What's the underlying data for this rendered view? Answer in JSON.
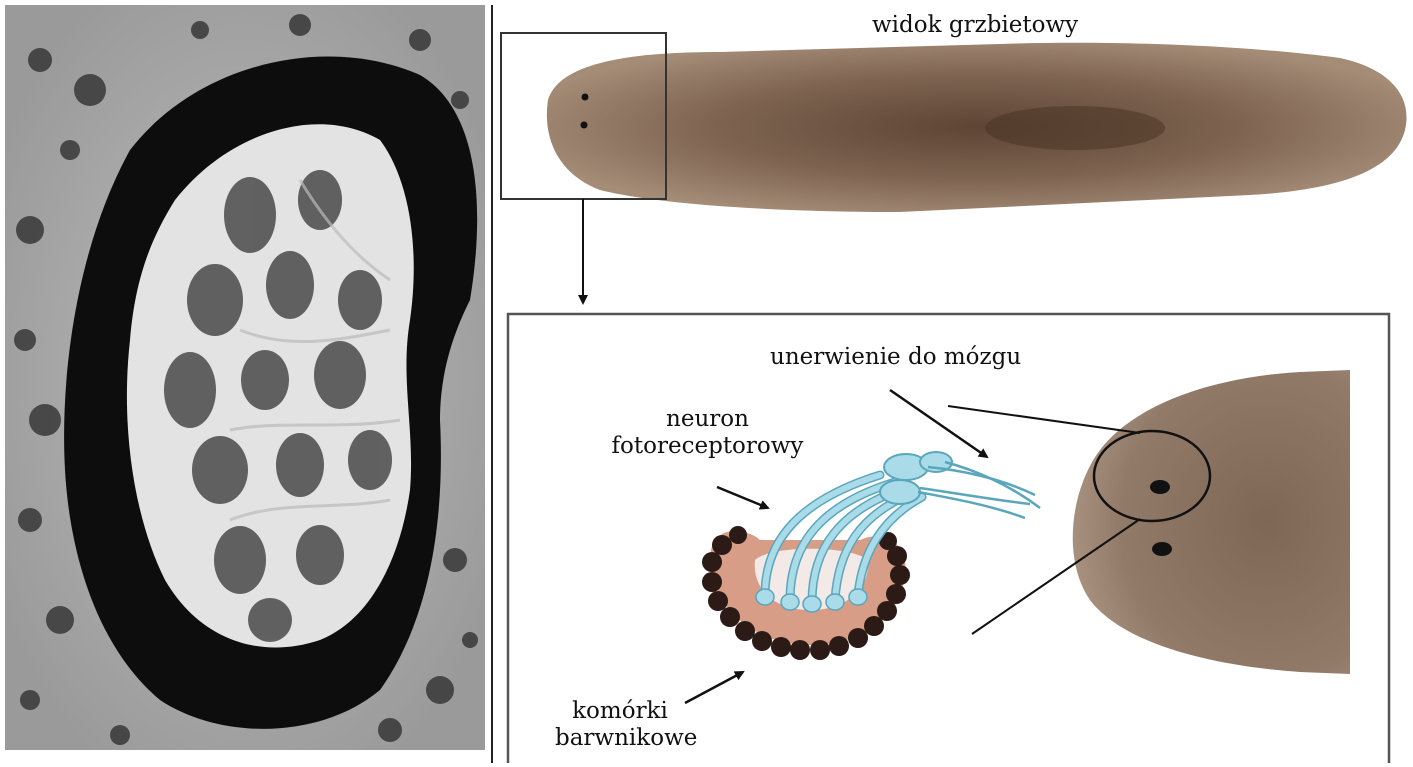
{
  "labels": {
    "dorsal_view": "widok grzbietowy",
    "innervation": "unerwienie do mózgu",
    "neuron_line1": "neuron",
    "neuron_line2": "fotoreceptorowy",
    "pigment_line1": "komórki",
    "pigment_line2": "barwnikowe"
  },
  "colors": {
    "micrograph_dark": "#0d0d0d",
    "micrograph_light": "#d9d9d9",
    "worm_body": "#8a6e57",
    "worm_edge": "#a48a74",
    "neuron": "#a9dbe8",
    "neuron_stroke": "#5aa6bd",
    "pigment_cup": "#d89d86",
    "pigment_cells": "#2b1a16",
    "frame": "#555555"
  }
}
